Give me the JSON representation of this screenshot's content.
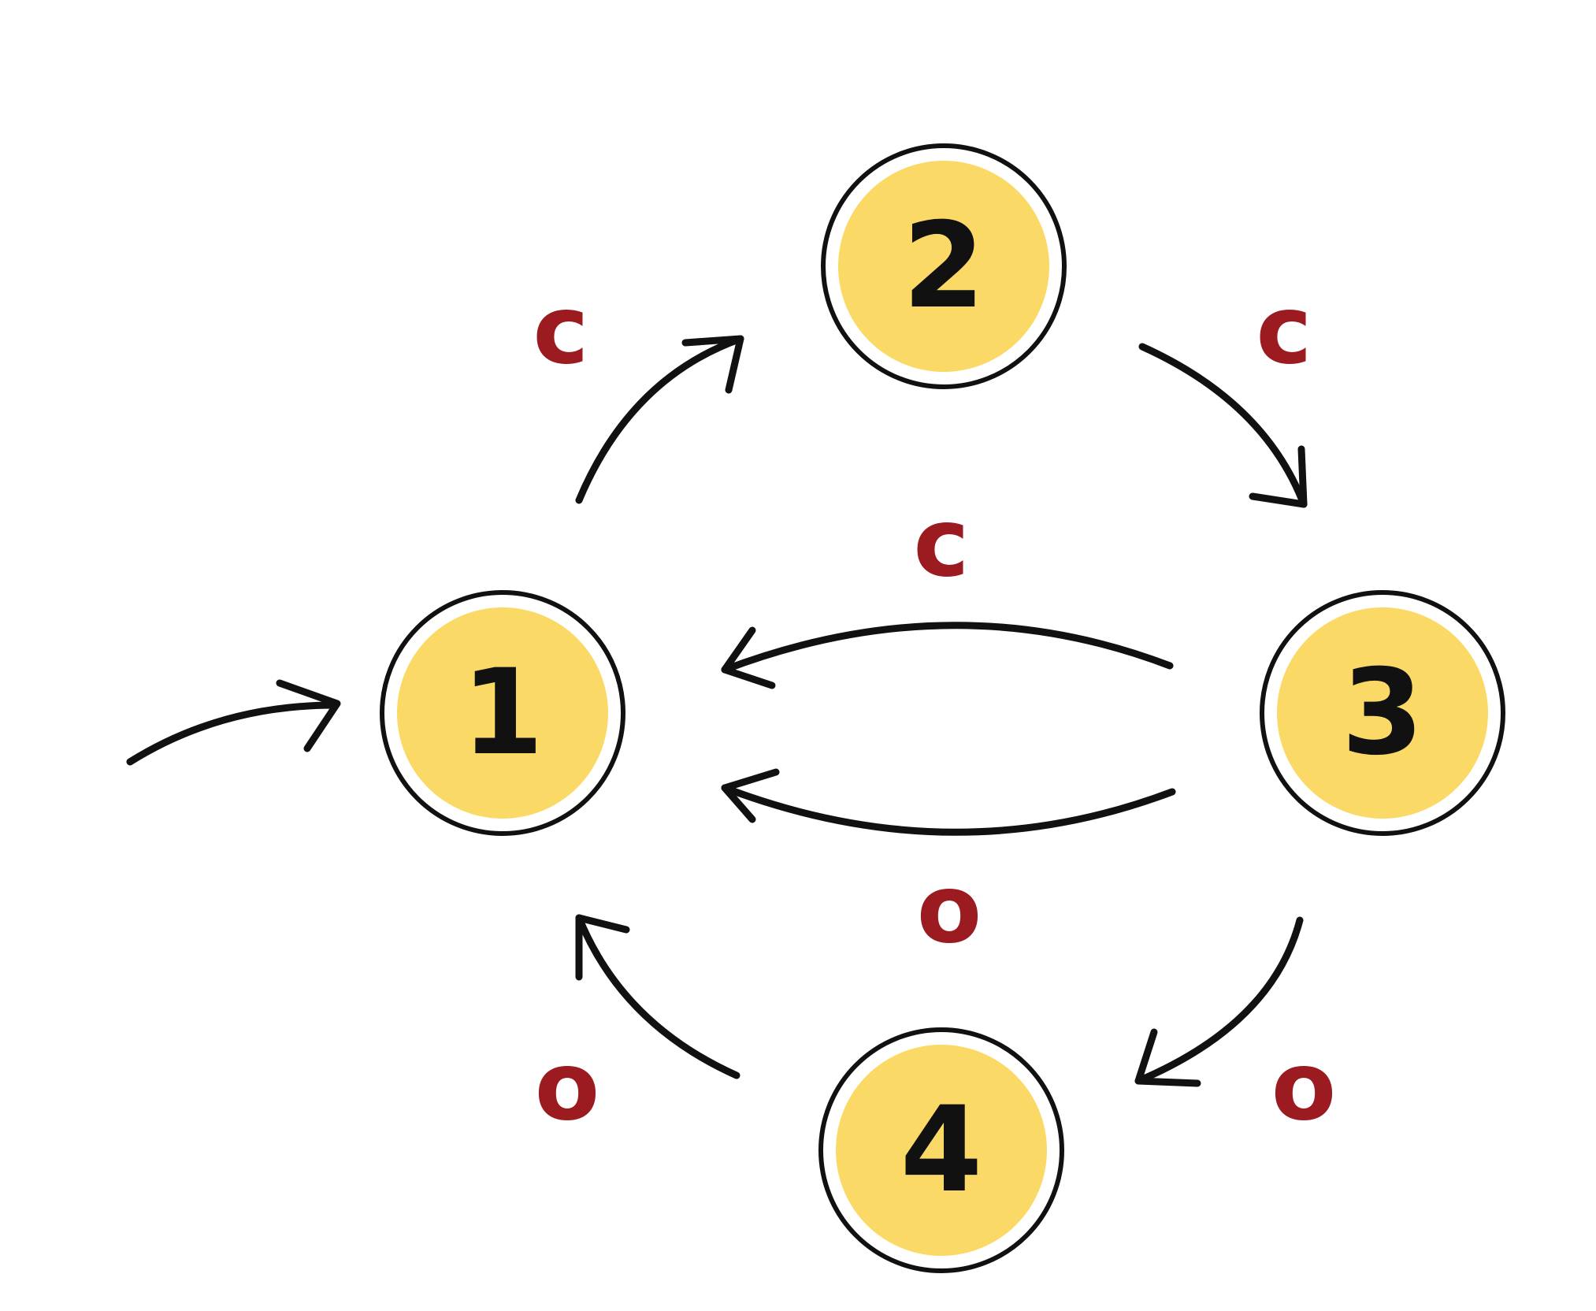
{
  "colors": {
    "node_fill": "#fbd966",
    "node_stroke": "#111111",
    "edge_stroke": "#111111",
    "edge_label": "#9b1b20",
    "background": "#ffffff"
  },
  "nodes": [
    {
      "id": "1",
      "label": "1"
    },
    {
      "id": "2",
      "label": "2"
    },
    {
      "id": "3",
      "label": "3"
    },
    {
      "id": "4",
      "label": "4"
    }
  ],
  "edges": [
    {
      "id": "start-to-1",
      "from": "",
      "to": "1",
      "label": ""
    },
    {
      "id": "1-to-2",
      "from": "1",
      "to": "2",
      "label": "c"
    },
    {
      "id": "2-to-3",
      "from": "2",
      "to": "3",
      "label": "c"
    },
    {
      "id": "3-to-1-top",
      "from": "3",
      "to": "1",
      "label": "c"
    },
    {
      "id": "3-to-1-bottom",
      "from": "3",
      "to": "1",
      "label": "o"
    },
    {
      "id": "3-to-4",
      "from": "3",
      "to": "4",
      "label": "o"
    },
    {
      "id": "4-to-1",
      "from": "4",
      "to": "1",
      "label": "o"
    }
  ]
}
